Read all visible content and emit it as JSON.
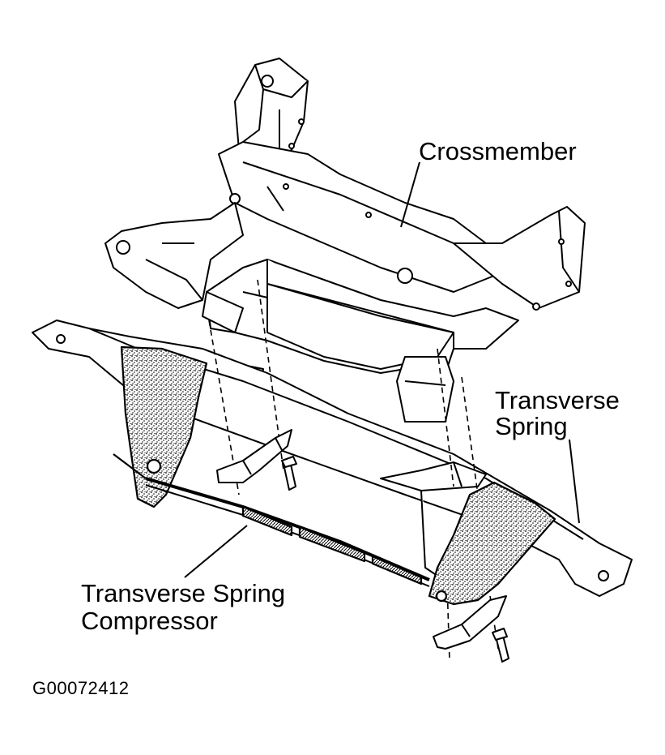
{
  "labels": {
    "crossmember": "Crossmember",
    "transverse_spring_line1": "Transverse",
    "transverse_spring_line2": "Spring",
    "compressor_line1": "Transverse Spring",
    "compressor_line2": "Compressor"
  },
  "figure_code": "G00072412",
  "colors": {
    "line": "#000000",
    "background": "#ffffff",
    "stipple": "#000000"
  }
}
